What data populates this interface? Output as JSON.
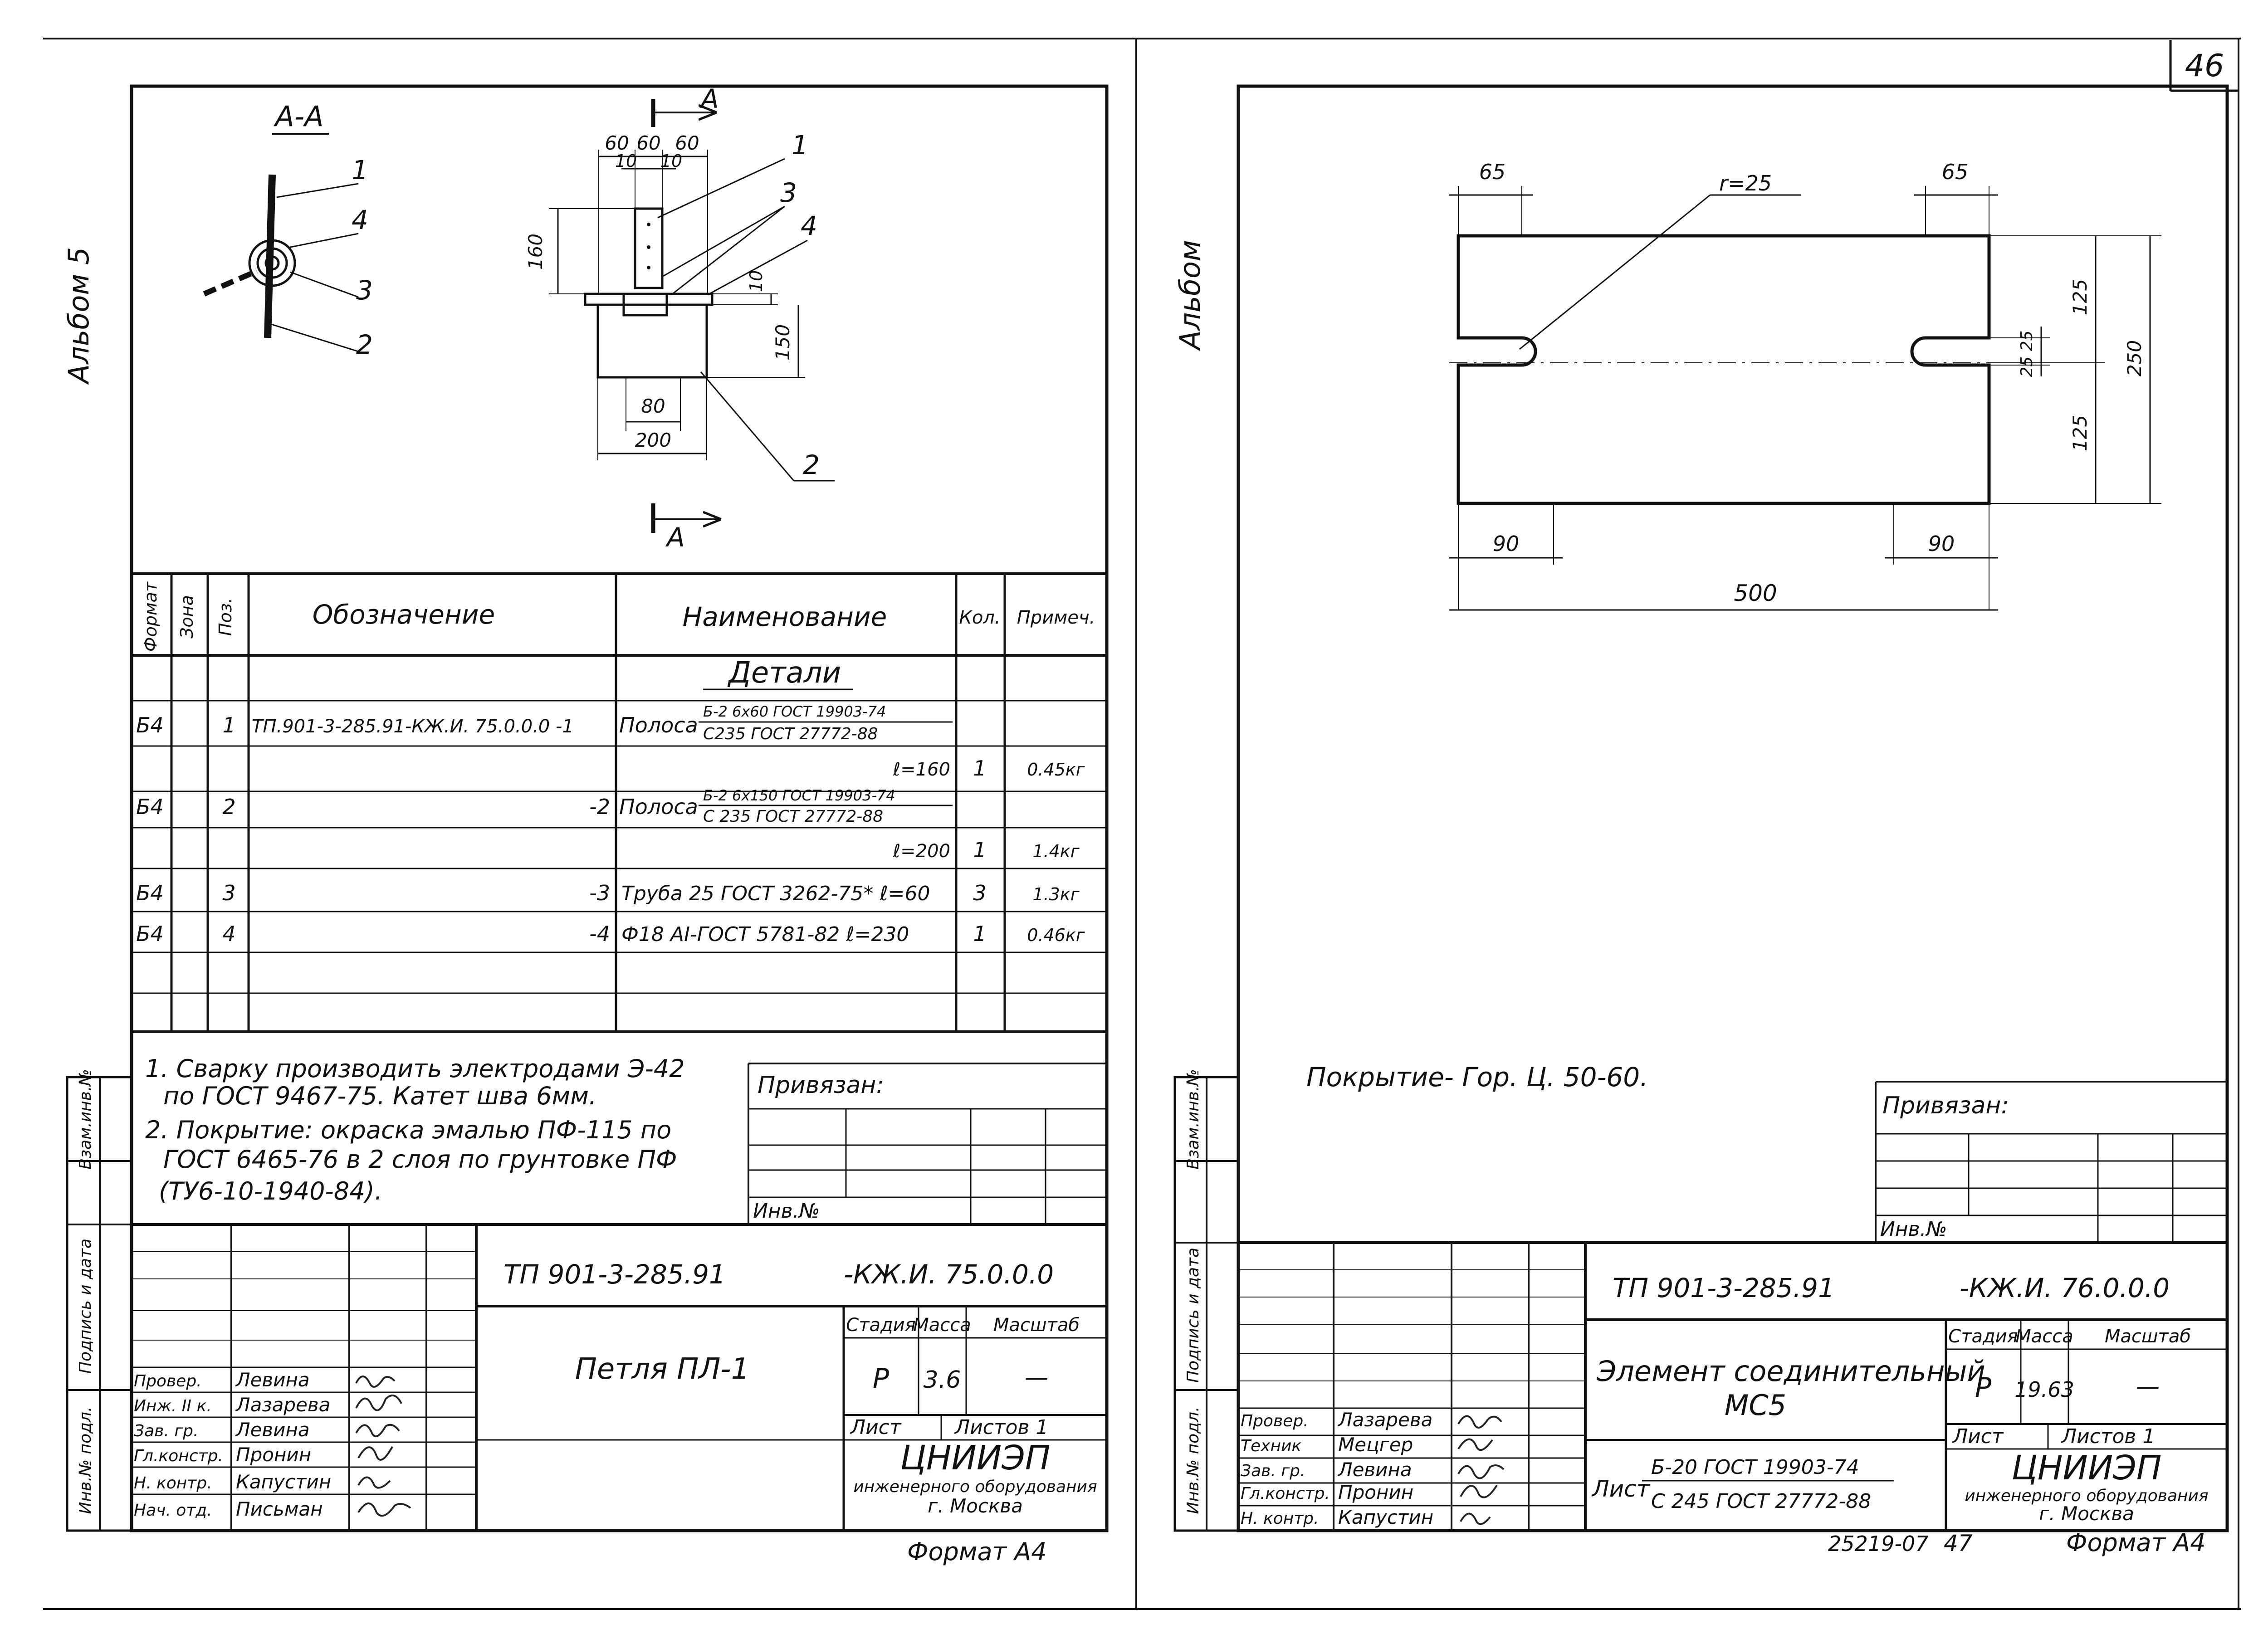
{
  "page_number": "46",
  "left": {
    "side_label": "Альбом 5",
    "section_label": "А-А",
    "section_marker_top": "А",
    "section_marker_bottom": "А",
    "leaders": {
      "l1": "1",
      "l4": "4",
      "l3": "3",
      "l2": "2"
    },
    "dims": {
      "w60a": "60",
      "w60b": "60",
      "w60c": "60",
      "w10a": "10",
      "w10b": "10",
      "h160": "160",
      "h10": "10",
      "h150": "150",
      "w80": "80",
      "w200": "200"
    },
    "detail_leaders": {
      "d1": "1",
      "d3": "3",
      "d4": "4",
      "d2": "2"
    },
    "spec": {
      "headers": {
        "format": "Формат",
        "zone": "Зона",
        "pos": "Поз.",
        "designation": "Обозначение",
        "name": "Наименование",
        "qty": "Кол.",
        "note": "Примеч."
      },
      "group": "Детали",
      "rows": [
        {
          "format": "Б4",
          "pos": "1",
          "designation": "ТП.901-3-285.91-КЖ.И. 75.0.0.0 -1",
          "name": "Полоса",
          "frac_top": "Б-2 6х60 ГОСТ 19903-74",
          "frac_bottom": "С235 ГОСТ 27772-88",
          "len": "ℓ=160",
          "qty": "1",
          "note": "0.45кг"
        },
        {
          "format": "Б4",
          "pos": "2",
          "designation": "-2",
          "name": "Полоса",
          "frac_top": "Б-2 6х150 ГОСТ 19903-74",
          "frac_bottom": "С 235 ГОСТ 27772-88",
          "len": "ℓ=200",
          "qty": "1",
          "note": "1.4кг"
        },
        {
          "format": "Б4",
          "pos": "3",
          "designation": "-3",
          "name": "Труба 25 ГОСТ 3262-75* ℓ=60",
          "qty": "3",
          "note": "1.3кг"
        },
        {
          "format": "Б4",
          "pos": "4",
          "designation": "-4",
          "name": "Ф18 АI-ГОСТ 5781-82   ℓ=230",
          "qty": "1",
          "note": "0.46кг"
        }
      ]
    },
    "notes": [
      "1. Сварку производить электродами Э-42",
      "по ГОСТ 9467-75. Катет шва 6мм.",
      "2. Покрытие: окраска эмалью ПФ-115 по",
      "ГОСТ 6465-76  в 2 слоя по грунтовке ПФ",
      "(ТУ6-10-1940-84)."
    ],
    "privyazan": "Привязан:",
    "inv_no": "Инв.№",
    "side_stamp": [
      "Инв.№ подл.",
      "Подпись и дата",
      "Взам.инв.№"
    ],
    "title_block": {
      "code": "ТП  901-3-285.91",
      "code_suffix": "-КЖ.И. 75.0.0.0",
      "title": "Петля  ПЛ-1",
      "stage_label": "Стадия",
      "mass_label": "Масса",
      "scale_label": "Масштаб",
      "stage": "Р",
      "mass": "3.6",
      "scale": "—",
      "sheet_label": "Лист",
      "sheets_label": "Листов 1",
      "org": "ЦНИИЭП",
      "org_sub1": "инженерного оборудования",
      "org_sub2": "г. Москва",
      "roles": [
        "Провер.",
        "Инж. II к.",
        "Зав. гр.",
        "Гл.констр.",
        "Н. контр.",
        "Нач. отд."
      ],
      "names": [
        "Левина",
        "Лазарева",
        "Левина",
        "Пронин",
        "Капустин",
        "Письман"
      ]
    },
    "format": "Формат А4"
  },
  "right": {
    "side_label": "Альбом",
    "dims": {
      "d65a": "65",
      "d65b": "65",
      "radius": "r=25",
      "d125a": "125",
      "d2525": "25 25",
      "d125b": "125",
      "d250": "250",
      "d90a": "90",
      "d90b": "90",
      "d500": "500"
    },
    "coating": "Покрытие- Гор. Ц. 50-60.",
    "privyazan": "Привязан:",
    "inv_no": "Инв.№",
    "side_stamp": [
      "Инв.№ подл.",
      "Подпись и дата",
      "Взам.инв.№"
    ],
    "title_block": {
      "code": "ТП  901-3-285.91",
      "code_suffix": "-КЖ.И. 76.0.0.0",
      "title_line1": "Элемент  соединительный",
      "title_line2": "МС5",
      "stage_label": "Стадия",
      "mass_label": "Масса",
      "scale_label": "Масштаб",
      "stage": "Р",
      "mass": "19.63",
      "scale": "—",
      "sheet_label": "Лист",
      "sheets_label": "Листов 1",
      "material_label": "Лист",
      "material_top": "Б-20 ГОСТ 19903-74",
      "material_bottom": "С 245 ГОСТ 27772-88",
      "org": "ЦНИИЭП",
      "org_sub1": "инженерного оборудования",
      "org_sub2": "г. Москва",
      "roles": [
        "Провер.",
        "Техник",
        "Зав. гр.",
        "Гл.констр.",
        "Н. контр."
      ],
      "names": [
        "Лазарева",
        "Мецгер",
        "Левина",
        "Пронин",
        "Капустин"
      ]
    },
    "bottom_code": "25219-07",
    "bottom_page": "47",
    "format": "Формат А4"
  }
}
